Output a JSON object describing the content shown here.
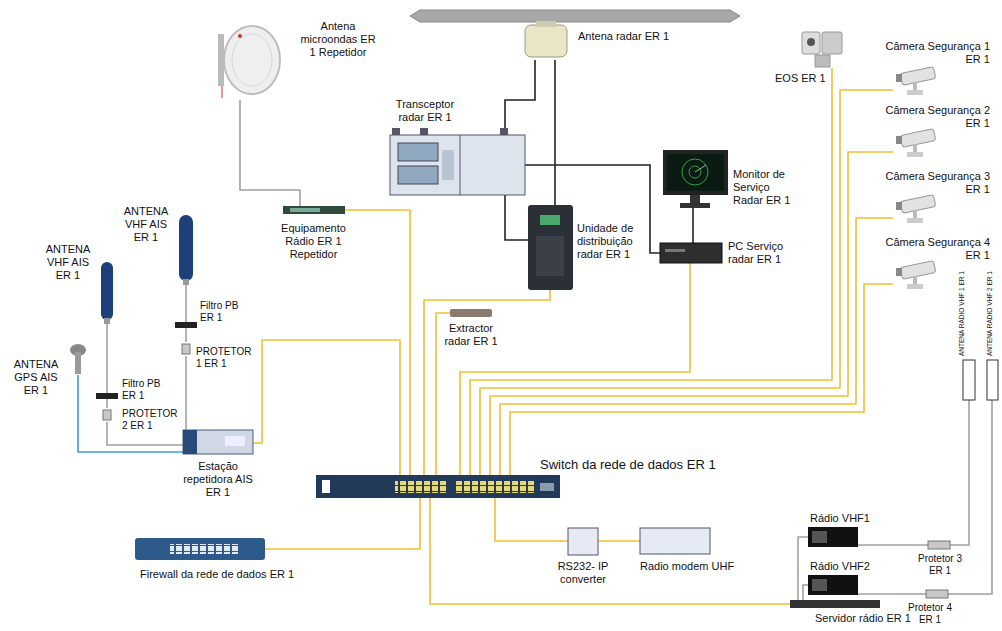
{
  "diagram": {
    "nodes": [
      {
        "text": [
          "Antena radar ER 1"
        ]
      },
      {
        "text": [
          "Antena microondas ER 1 Repetidor"
        ]
      },
      {
        "text": [
          "Transceptor radar ER 1"
        ]
      },
      {
        "text": [
          "Monitor de Serviço Radar ER 1"
        ]
      },
      {
        "text": [
          "PC Serviço radar ER 1"
        ]
      },
      {
        "text": [
          "Unidade de distribuição radar ER 1"
        ]
      },
      {
        "text": [
          "Equipamento Rádio ER 1 Repetidor"
        ]
      },
      {
        "text": [
          "EOS ER 1"
        ]
      },
      {
        "text": [
          "Câmera Segurança 1 ER 1"
        ]
      },
      {
        "text": [
          "Câmera Segurança 2 ER 1"
        ]
      },
      {
        "text": [
          "Câmera Segurança 3 ER 1"
        ]
      },
      {
        "text": [
          "Câmera Segurança 4 ER 1"
        ]
      },
      {
        "text": [
          "ANTENA VHF AIS ER 1"
        ]
      },
      {
        "text": [
          "ANTENA VHF AIS ER 1"
        ]
      },
      {
        "text": [
          "ANTENA GPS AIS ER 1"
        ]
      },
      {
        "text": [
          "Filtro PB ER 1"
        ]
      },
      {
        "text": [
          "Filtro PB ER 1"
        ]
      },
      {
        "text": [
          "PROTETOR 2 ER 1"
        ]
      },
      {
        "text": [
          "PROTETOR 1 ER 1"
        ]
      },
      {
        "text": [
          "Estação repetidora AIS ER 1"
        ]
      },
      {
        "text": [
          "Extractor radar ER 1"
        ]
      },
      {
        "text": [
          "Switch da rede de dados ER 1"
        ]
      },
      {
        "text": [
          "Firewall da rede de dados ER 1"
        ]
      },
      {
        "text": [
          "RS232- IP converter"
        ]
      },
      {
        "text": [
          "Radio modem UHF"
        ]
      },
      {
        "text": [
          "Rádio VHF1"
        ]
      },
      {
        "text": [
          "Rádio VHF2"
        ]
      },
      {
        "text": [
          "Protetor 3 ER 1"
        ]
      },
      {
        "text": [
          "Protetor 4 ER 1"
        ]
      },
      {
        "text": [
          "ANTENA RÁDIO VHF 1 ER 1"
        ]
      },
      {
        "text": [
          "ANTENA RÁDIO VHF 2 ER 1"
        ]
      },
      {
        "text": [
          "Servidor rádio ER 1"
        ]
      }
    ],
    "edges": [
      {
        "from": 0,
        "to": 2,
        "arrow": "none"
      },
      {
        "from": 0,
        "to": 5,
        "arrow": "none"
      },
      {
        "from": 2,
        "to": 5,
        "arrow": "none"
      },
      {
        "from": 2,
        "to": 4,
        "arrow": "none"
      },
      {
        "from": 3,
        "to": 4,
        "arrow": "none"
      },
      {
        "from": 1,
        "to": 6,
        "arrow": "none"
      },
      {
        "from": 6,
        "to": 21,
        "arrow": "none"
      },
      {
        "from": 5,
        "to": 21,
        "arrow": "none"
      },
      {
        "from": 20,
        "to": 21,
        "arrow": "none"
      },
      {
        "from": 4,
        "to": 21,
        "arrow": "none"
      },
      {
        "from": 7,
        "to": 21,
        "arrow": "none"
      },
      {
        "from": 8,
        "to": 21,
        "arrow": "none"
      },
      {
        "from": 9,
        "to": 21,
        "arrow": "none"
      },
      {
        "from": 10,
        "to": 21,
        "arrow": "none"
      },
      {
        "from": 11,
        "to": 21,
        "arrow": "none"
      },
      {
        "from": 19,
        "to": 21,
        "arrow": "none"
      },
      {
        "from": 22,
        "to": 21,
        "arrow": "none"
      },
      {
        "from": 21,
        "to": 23,
        "arrow": "none"
      },
      {
        "from": 23,
        "to": 24,
        "arrow": "none"
      },
      {
        "from": 21,
        "to": 31,
        "arrow": "none"
      },
      {
        "from": 25,
        "to": 31,
        "arrow": "none"
      },
      {
        "from": 26,
        "to": 31,
        "arrow": "none"
      },
      {
        "from": 25,
        "to": 27,
        "arrow": "none"
      },
      {
        "from": 26,
        "to": 28,
        "arrow": "none"
      },
      {
        "from": 27,
        "to": 29,
        "arrow": "none"
      },
      {
        "from": 28,
        "to": 30,
        "arrow": "none"
      },
      {
        "from": 12,
        "to": 15,
        "arrow": "none"
      },
      {
        "from": 15,
        "to": 17,
        "arrow": "none"
      },
      {
        "from": 17,
        "to": 19,
        "arrow": "none"
      },
      {
        "from": 13,
        "to": 16,
        "arrow": "none"
      },
      {
        "from": 16,
        "to": 18,
        "arrow": "none"
      },
      {
        "from": 18,
        "to": 19,
        "arrow": "none"
      },
      {
        "from": 14,
        "to": 19,
        "arrow": "none"
      }
    ]
  }
}
